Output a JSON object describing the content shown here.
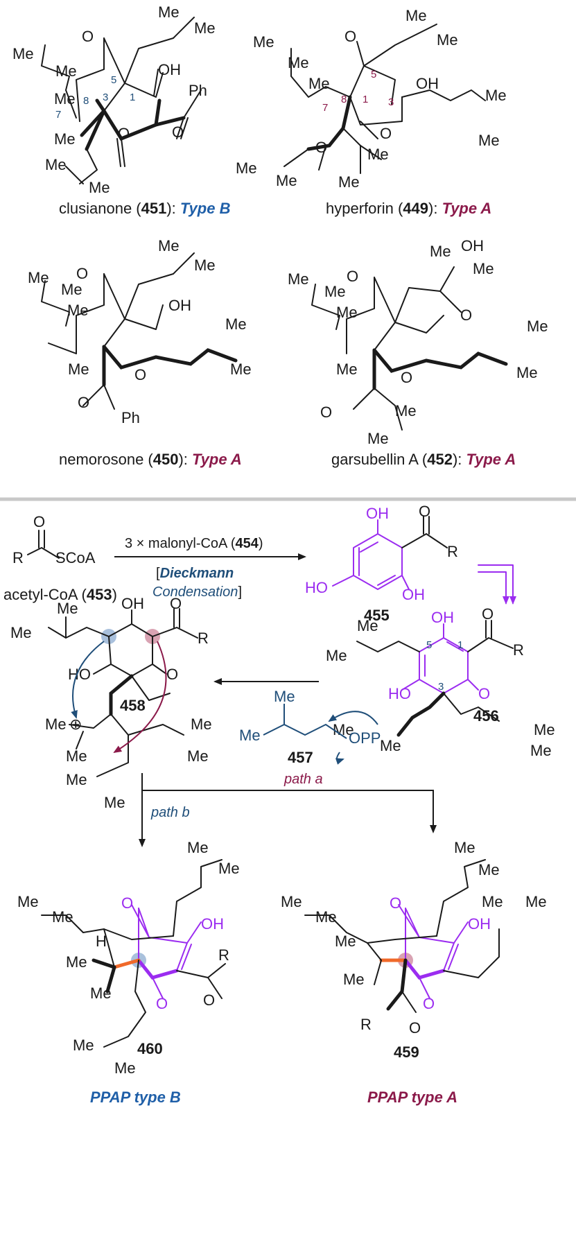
{
  "top_panel": {
    "compounds": [
      {
        "name": "clusianone",
        "number": "451",
        "type": "Type B"
      },
      {
        "name": "hyperforin",
        "number": "449",
        "type": "Type A"
      },
      {
        "name": "nemorosone",
        "number": "450",
        "type": "Type A"
      },
      {
        "name": "garsubellin A",
        "number": "452",
        "type": "Type A"
      }
    ],
    "atom_labels": {
      "me": "Me",
      "oh": "OH",
      "o": "O",
      "ph": "Ph"
    },
    "position_numbers": {
      "c1": "1",
      "c3": "3",
      "c5": "5",
      "c7": "7",
      "c8": "8"
    }
  },
  "bottom_panel": {
    "start": {
      "name": "acetyl-CoA",
      "number": "453",
      "r": "R",
      "scoa": "SCoA",
      "o": "O"
    },
    "reagent": {
      "text_prefix": "3 × malonyl-CoA (",
      "number": "454",
      "text_suffix": ")"
    },
    "condition": {
      "open": "[",
      "name": "Dieckmann",
      "line2": "Condensation",
      "close": "]"
    },
    "intermediates": {
      "c455": "455",
      "c456": "456",
      "c457": "457",
      "c458": "458",
      "c459": "459",
      "c460": "460"
    },
    "labels": {
      "oh": "OH",
      "ho": "HO",
      "o": "O",
      "r": "R",
      "me": "Me",
      "opp": "OPP",
      "h": "H",
      "plus": "⊕"
    },
    "paths": {
      "a": "path a",
      "b": "path b"
    },
    "products": {
      "type_b": "PPAP type B",
      "type_a": "PPAP type A"
    }
  },
  "colors": {
    "purple": "#9b2cf0",
    "navy": "#1f4e79",
    "maroon": "#8b1a4a",
    "orange": "#f0692a",
    "blue_circle": "#a9c0dc",
    "red_circle": "#d9a3b3"
  }
}
